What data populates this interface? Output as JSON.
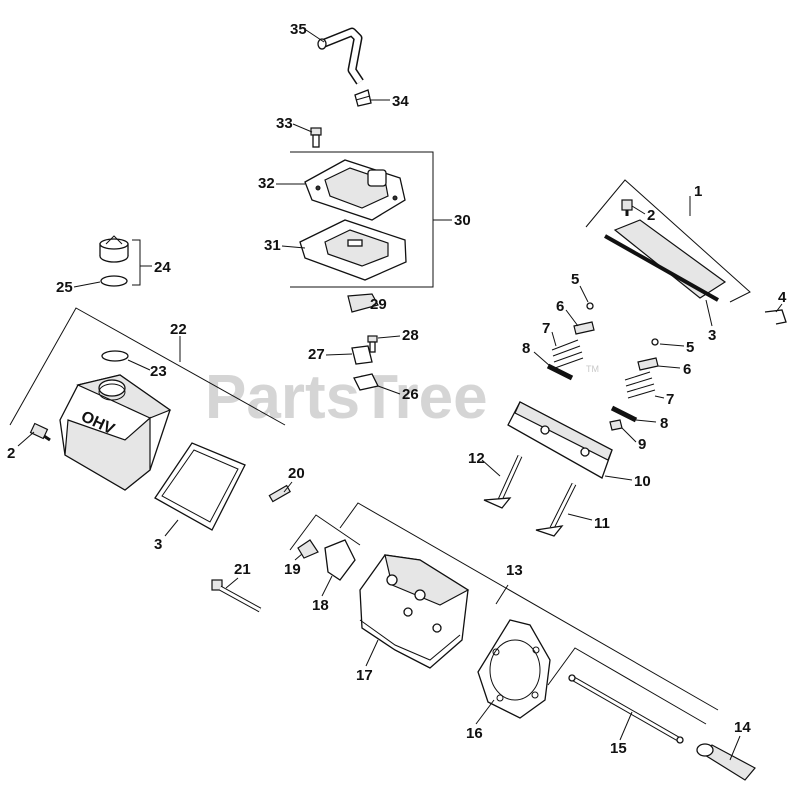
{
  "watermark": {
    "text": "PartsTree",
    "trademark": "TM"
  },
  "callouts": {
    "c1": "1",
    "c2a": "2",
    "c3a": "3",
    "c4": "4",
    "c5a": "5",
    "c5b": "5",
    "c6a": "6",
    "c6b": "6",
    "c7a": "7",
    "c7b": "7",
    "c8a": "8",
    "c8b": "8",
    "c9": "9",
    "c10": "10",
    "c11": "11",
    "c12": "12",
    "c13": "13",
    "c14": "14",
    "c15": "15",
    "c16": "16",
    "c17": "17",
    "c18": "18",
    "c19": "19",
    "c20": "20",
    "c21": "21",
    "c22": "22",
    "c23": "23",
    "c24": "24",
    "c25": "25",
    "c26": "26",
    "c27": "27",
    "c28": "28",
    "c29": "29",
    "c30": "30",
    "c31": "31",
    "c32": "32",
    "c33": "33",
    "c34": "34",
    "c35": "35",
    "c2b": "2",
    "c3b": "3"
  },
  "valve_cover_text": "OHV"
}
